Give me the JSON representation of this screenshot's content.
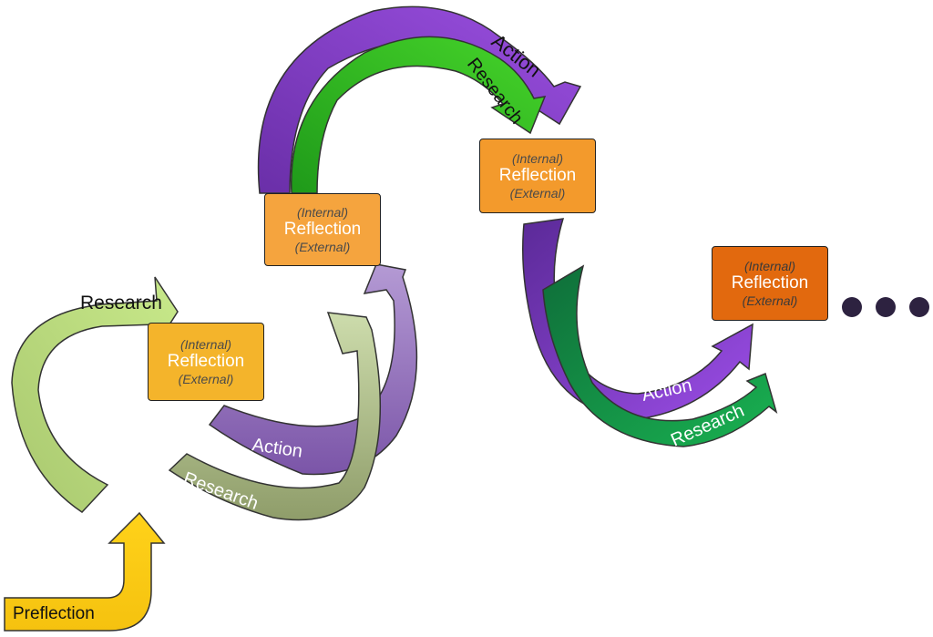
{
  "boxes": [
    {
      "top": "(Internal)",
      "main": "Reflection",
      "bottom": "(External)"
    },
    {
      "top": "(Internal)",
      "main": "Reflection",
      "bottom": "(External)"
    },
    {
      "top": "(Internal)",
      "main": "Reflection",
      "bottom": "(External)"
    },
    {
      "top": "(Internal)",
      "main": "Reflection",
      "bottom": "(External)"
    }
  ],
  "arrows": {
    "preflection": "Preflection",
    "research_1": "Research",
    "action_2": "Action",
    "research_2": "Research",
    "action_3": "Action",
    "research_3": "Research",
    "action_4": "Action",
    "research_4": "Research"
  },
  "colors": {
    "preflection": "#fdd11d",
    "research_light": "#b6d96b",
    "action_light": "#9470b8",
    "research_olive": "#a3b07e",
    "action_purple": "#8a3fd1",
    "research_green": "#3cc21e",
    "research_dark": "#13944b",
    "reflection_orange": "#f39a2c",
    "reflection_dark": "#e2690e"
  }
}
